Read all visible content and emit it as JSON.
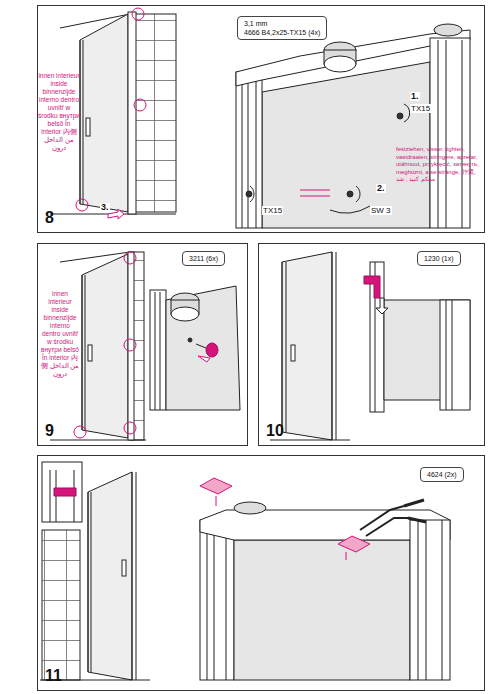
{
  "diagram": {
    "nodes": [
      {
        "text": [
          "8"
        ]
      },
      {
        "text": [
          "3,1 mm",
          "4666 B4,2x25-TX15 (4x)"
        ],
        "in": 0
      },
      {
        "text": [
          "9"
        ]
      },
      {
        "text": [
          "3211 (6x)"
        ],
        "in": 2
      },
      {
        "text": [
          "10"
        ]
      },
      {
        "text": [
          "1230 (1x)"
        ],
        "in": 4
      },
      {
        "text": [
          "11"
        ]
      },
      {
        "text": [
          "4624 (2x)"
        ],
        "in": 6
      }
    ],
    "labels": [
      "innen interieur inside binnenzijde interno dentro uvnitř w środku внутри belső În interior 内侧 من الداخل درون",
      "3.",
      "1.",
      "TX15",
      "2.",
      "TX15",
      "SW 3",
      "festziehen, visser, tighten, vastdraaien, stringere, apretar, utáhnout, przykręcić, затянуть, meghúzni, a se strânge, 拧紧, محکم کنید , شد",
      "innen interieur inside binnenzijde interno dentro uvnitř w środku внутри belső În interior 内侧 من الداخل درون"
    ]
  }
}
